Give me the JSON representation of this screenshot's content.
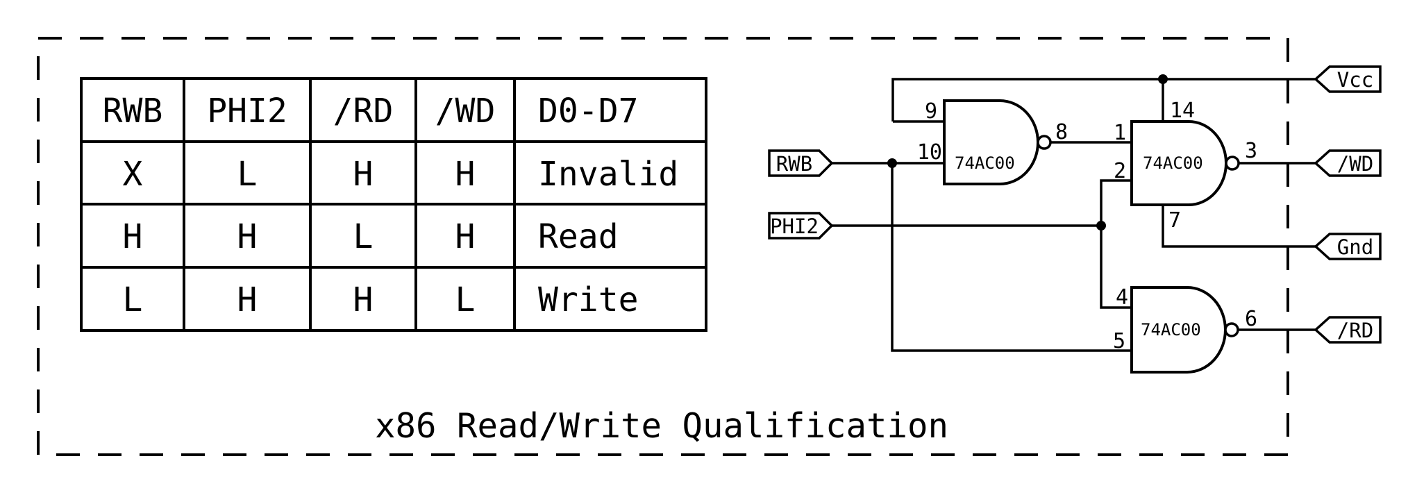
{
  "title": "x86 Read/Write Qualification",
  "truth_table": {
    "headers": [
      "RWB",
      "PHI2",
      "/RD",
      "/WD",
      "D0-D7"
    ],
    "rows": [
      [
        "X",
        "L",
        "H",
        "H",
        "Invalid"
      ],
      [
        "H",
        "H",
        "L",
        "H",
        "Read"
      ],
      [
        "L",
        "H",
        "H",
        "L",
        "Write"
      ]
    ]
  },
  "gates": [
    {
      "label": "74AC00",
      "pins": {
        "in1": "9",
        "in2": "10",
        "out": "8"
      }
    },
    {
      "label": "74AC00",
      "pins": {
        "in1": "1",
        "in2": "2",
        "out": "3",
        "vcc": "14",
        "gnd": "7"
      }
    },
    {
      "label": "74AC00",
      "pins": {
        "in1": "4",
        "in2": "5",
        "out": "6"
      }
    }
  ],
  "nets": {
    "inputs": [
      {
        "name": "RWB"
      },
      {
        "name": "PHI2"
      }
    ],
    "outputs": [
      {
        "name": "Vcc"
      },
      {
        "name": "/WD"
      },
      {
        "name": "Gnd"
      },
      {
        "name": "/RD"
      }
    ]
  },
  "colors": {
    "ink": "#000000",
    "background": "#ffffff"
  }
}
